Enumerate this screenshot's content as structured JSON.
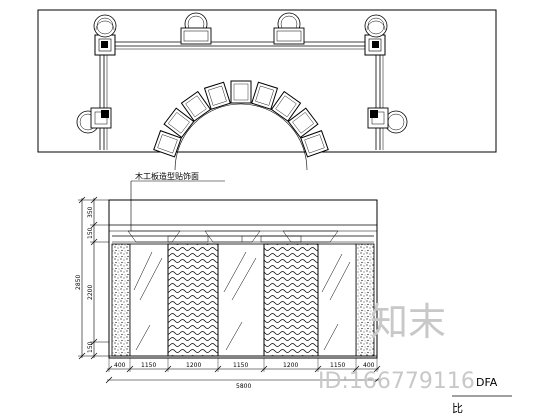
{
  "plan": {},
  "elevation": {
    "annotation": "木工板造型贴饰面",
    "height_dims": [
      "350",
      "150",
      "2200",
      "150"
    ],
    "total_height": "2850",
    "width_dims": [
      "400",
      "1150",
      "1200",
      "1150",
      "1200",
      "1150",
      "400"
    ],
    "total_width": "5800"
  },
  "watermark": {
    "logo_text": "知末",
    "id_text": "ID:166779116"
  },
  "title_block": {
    "code": "DFA",
    "scale_prefix": "比"
  }
}
